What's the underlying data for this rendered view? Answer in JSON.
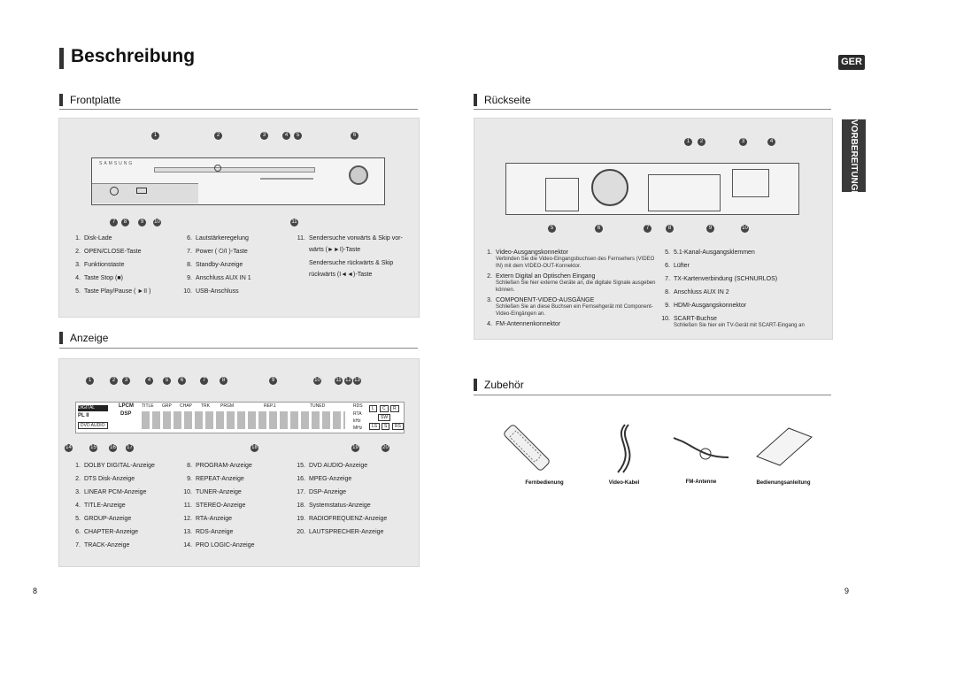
{
  "header": {
    "title": "Beschreibung",
    "lang_badge": "GER",
    "side_tab": "VORBEREITUNGEN"
  },
  "frontplatte": {
    "title": "Frontplatte",
    "brand": "SAMSUNG",
    "items_col1": [
      {
        "n": "1.",
        "text": "Disk-Lade"
      },
      {
        "n": "2.",
        "text": "OPEN/CLOSE-Taste"
      },
      {
        "n": "3.",
        "text": "Funktionstaste"
      },
      {
        "n": "4.",
        "text": "Taste Stop (■)"
      },
      {
        "n": "5.",
        "text": "Taste Play/Pause ( ►II )"
      }
    ],
    "items_col2": [
      {
        "n": "6.",
        "text": "Lautstärkeregelung"
      },
      {
        "n": "7.",
        "text": "Power ( ⏻/I )-Taste"
      },
      {
        "n": "8.",
        "text": "Standby-Anzeige"
      },
      {
        "n": "9.",
        "text": "Anschluss AUX IN 1"
      },
      {
        "n": "10.",
        "text": "USB-Anschluss"
      }
    ],
    "items_col3": [
      {
        "n": "11.",
        "text": "Sendersuche vorwärts & Skip vor-"
      },
      {
        "n": "",
        "text": "wärts (►►I)-Taste"
      },
      {
        "n": "",
        "text": "Sendersuche rückwärts & Skip"
      },
      {
        "n": "",
        "text": "rückwärts (I◄◄)-Taste"
      }
    ]
  },
  "anzeige": {
    "title": "Anzeige",
    "display_labels": [
      "LPCM",
      "TITLE",
      "GRP",
      "CHAP",
      "TRK",
      "PRGM",
      "REP.1",
      "TUNED",
      "RDS",
      "RTA",
      "kHz",
      "MHz",
      "DSP",
      "PL II",
      "DVD AUDIO",
      "DIGITAL",
      "L",
      "C",
      "R",
      "SW",
      "LS",
      "S",
      "RS"
    ],
    "items_col1": [
      {
        "n": "1.",
        "text": "DOLBY DIGITAL-Anzeige"
      },
      {
        "n": "2.",
        "text": "DTS Disk-Anzeige"
      },
      {
        "n": "3.",
        "text": "LINEAR PCM-Anzeige"
      },
      {
        "n": "4.",
        "text": "TITLE-Anzeige"
      },
      {
        "n": "5.",
        "text": "GROUP-Anzeige"
      },
      {
        "n": "6.",
        "text": "CHAPTER-Anzeige"
      },
      {
        "n": "7.",
        "text": "TRACK-Anzeige"
      }
    ],
    "items_col2": [
      {
        "n": "8.",
        "text": "PROGRAM-Anzeige"
      },
      {
        "n": "9.",
        "text": "REPEAT-Anzeige"
      },
      {
        "n": "10.",
        "text": "TUNER-Anzeige"
      },
      {
        "n": "11.",
        "text": "STEREO-Anzeige"
      },
      {
        "n": "12.",
        "text": "RTA-Anzeige"
      },
      {
        "n": "13.",
        "text": "RDS-Anzeige"
      },
      {
        "n": "14.",
        "text": "PRO LOGIC-Anzeige"
      }
    ],
    "items_col3": [
      {
        "n": "15.",
        "text": "DVD AUDIO-Anzeige"
      },
      {
        "n": "16.",
        "text": "MPEG-Anzeige"
      },
      {
        "n": "17.",
        "text": "DSP-Anzeige"
      },
      {
        "n": "18.",
        "text": "Systemstatus-Anzeige"
      },
      {
        "n": "19.",
        "text": "RADIOFREQUENZ-Anzeige"
      },
      {
        "n": "20.",
        "text": "LAUTSPRECHER-Anzeige"
      }
    ]
  },
  "rueckseite": {
    "title": "Rückseite",
    "items_col1": [
      {
        "n": "1.",
        "text": "Video-Ausgangskonnektor",
        "desc": "Verbinden Sie die Video-Eingangsbuchsen des Fernsehers (VIDEO IN) mit dem VIDEO-OUT-Konnektor."
      },
      {
        "n": "2.",
        "text": "Extern Digital an Optischen Eingang",
        "desc": "Schließen Sie hier externe Geräte an, die digitale Signale ausgeben können."
      },
      {
        "n": "3.",
        "text": "COMPONENT-VIDEO-AUSGÄNGE",
        "desc": "Schließen Sie an diese Buchsen ein Fernsehgerät mit Component-Video-Eingängen an."
      },
      {
        "n": "4.",
        "text": "FM-Antennenkonnektor",
        "desc": ""
      }
    ],
    "items_col2": [
      {
        "n": "5.",
        "text": "5.1-Kanal-Ausgangsklemmen",
        "desc": ""
      },
      {
        "n": "6.",
        "text": "Lüfter",
        "desc": ""
      },
      {
        "n": "7.",
        "text": "TX-Kartenverbindung (SCHNURLOS)",
        "desc": ""
      },
      {
        "n": "8.",
        "text": "Anschluss AUX IN 2",
        "desc": ""
      },
      {
        "n": "9.",
        "text": "HDMI-Ausgangskonnektor",
        "desc": ""
      },
      {
        "n": "10.",
        "text": "SCART-Buchse",
        "desc": "Schließen Sie hier ein TV-Gerät mit SCART-Eingang an"
      }
    ]
  },
  "zubehoer": {
    "title": "Zubehör",
    "items": [
      "Fernbedienung",
      "Video-Kabel",
      "FM-Antenne",
      "Bedienungsanleitung"
    ]
  },
  "pages": {
    "left": "8",
    "right": "9"
  }
}
